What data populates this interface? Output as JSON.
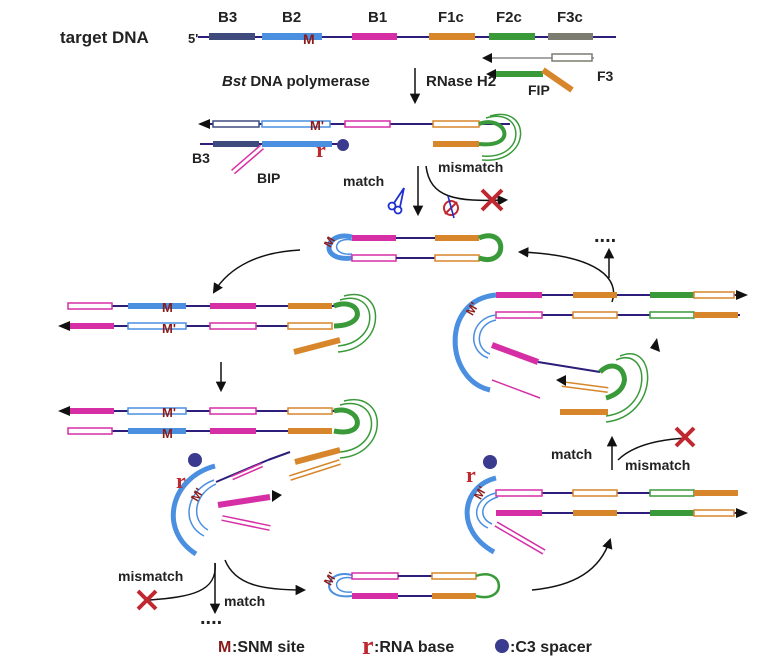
{
  "colors": {
    "b3": "#3f4a7d",
    "b2": "#4a8fe0",
    "b1": "#d62fa6",
    "f1c": "#d7862c",
    "f2c": "#3a9a3a",
    "f3c": "#7c7c70",
    "backbone": "#2c1e7a",
    "snm": "#8b1a1a",
    "rna": "#c0282f",
    "spacer": "#3a3a8e",
    "cross": "#c0282f",
    "scissors": "#1f2fd0"
  },
  "top": {
    "target_label": "target DNA",
    "five_prime": "5'",
    "regions": [
      "B3",
      "B2",
      "B1",
      "F1c",
      "F2c",
      "F3c"
    ],
    "snm": "M",
    "f3": "F3",
    "fip": "FIP"
  },
  "enzymes": {
    "polymerase_italic": "Bst",
    "polymerase_rest": " DNA polymerase",
    "rnase": "RNase H2"
  },
  "step2": {
    "m_prime": "M'",
    "rna": "r",
    "b3": "B3",
    "bip": "BIP"
  },
  "branch": {
    "match": "match",
    "mismatch": "mismatch"
  },
  "middle": {
    "m": "M",
    "m_prime": "M'"
  },
  "continuation": "....",
  "legend": {
    "snm_symbol": "M",
    "snm_text": ":SNM site",
    "rna_symbol": "r",
    "rna_text": ":RNA base",
    "spacer_text": ":C3 spacer"
  }
}
